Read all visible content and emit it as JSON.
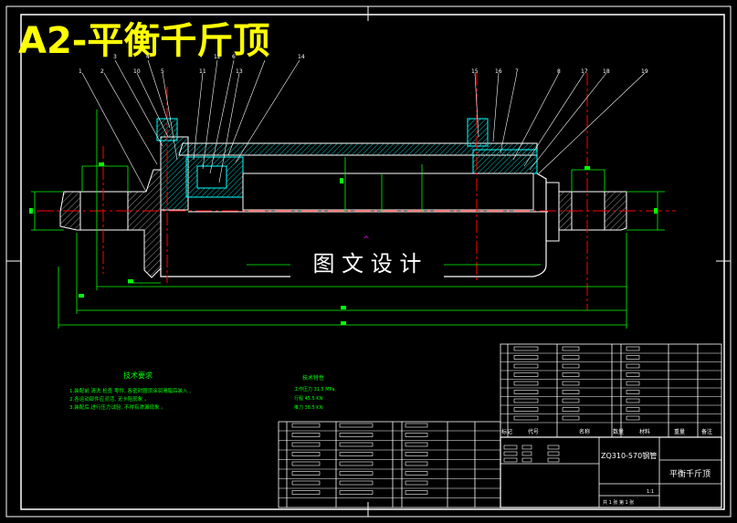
{
  "header": {
    "title": "A2-平衡千斤顶"
  },
  "watermark": {
    "text": "图 文 设 计"
  },
  "balloons": {
    "left": [
      "1",
      "2",
      "3",
      "10",
      "4",
      "5",
      "11",
      "12",
      "6",
      "13",
      "14"
    ],
    "right": [
      "15",
      "16",
      "7",
      "8",
      "17",
      "18",
      "19"
    ]
  },
  "notes": {
    "heading": "技术要求",
    "lines": [
      "1.装配前 清洗 检查 零件, 各密封圈须涂润滑脂后装入 ,",
      "2.各运动部件应灵活, 无卡阻现象 。",
      "3.装配后 进行压力试验, 不得有渗漏现象 。"
    ]
  },
  "small_table": {
    "heading": "技术特性",
    "rows": [
      "工作压力 31.5 MPa",
      "行程 45.5 KN",
      "推力 38.5 KN"
    ]
  },
  "title_block": {
    "col_labels": [
      "标记",
      "代号",
      "名称",
      "数量",
      "材料",
      "重量",
      "备注"
    ],
    "part_code": "ZQ310-570钢管",
    "drawing_name": "平衡千斤顶",
    "scale": "1:1",
    "sheet_label": "共 1 张 第 1 张"
  },
  "colors": {
    "background": "#000000",
    "frame": "#ffffff",
    "title": "#ffff00",
    "outline": "#ffffff",
    "section": "#00ffff",
    "centerline": "#ff0000",
    "dimension": "#00ff00",
    "hatch": "#00cccc",
    "marker": "#ff00ff"
  }
}
